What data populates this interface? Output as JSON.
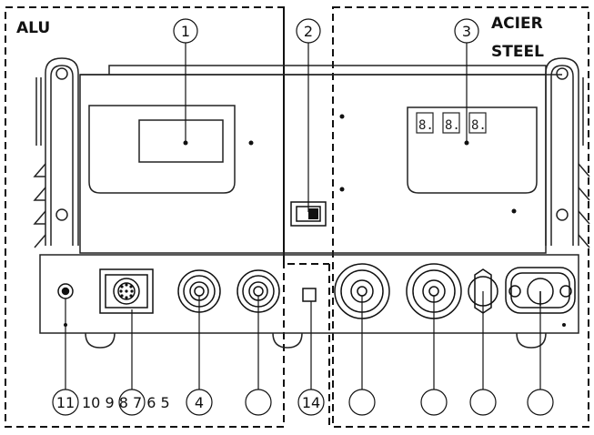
{
  "labels": {
    "alu": "ALU",
    "acier": "ACIER",
    "steel": "STEEL"
  },
  "callouts_top": {
    "c1": "1",
    "c2": "2",
    "c3": "3"
  },
  "callouts_bottom": {
    "c11": "11",
    "row": "10 9 8 7 6 5",
    "c4": "4",
    "c14": "14"
  },
  "display_digits": [
    "8.",
    "8.",
    "8."
  ],
  "icons": {
    "power_switch": "rocker-switch-icon",
    "connectors": "round-connector-icon",
    "multipin": "multipin-connector-icon"
  }
}
